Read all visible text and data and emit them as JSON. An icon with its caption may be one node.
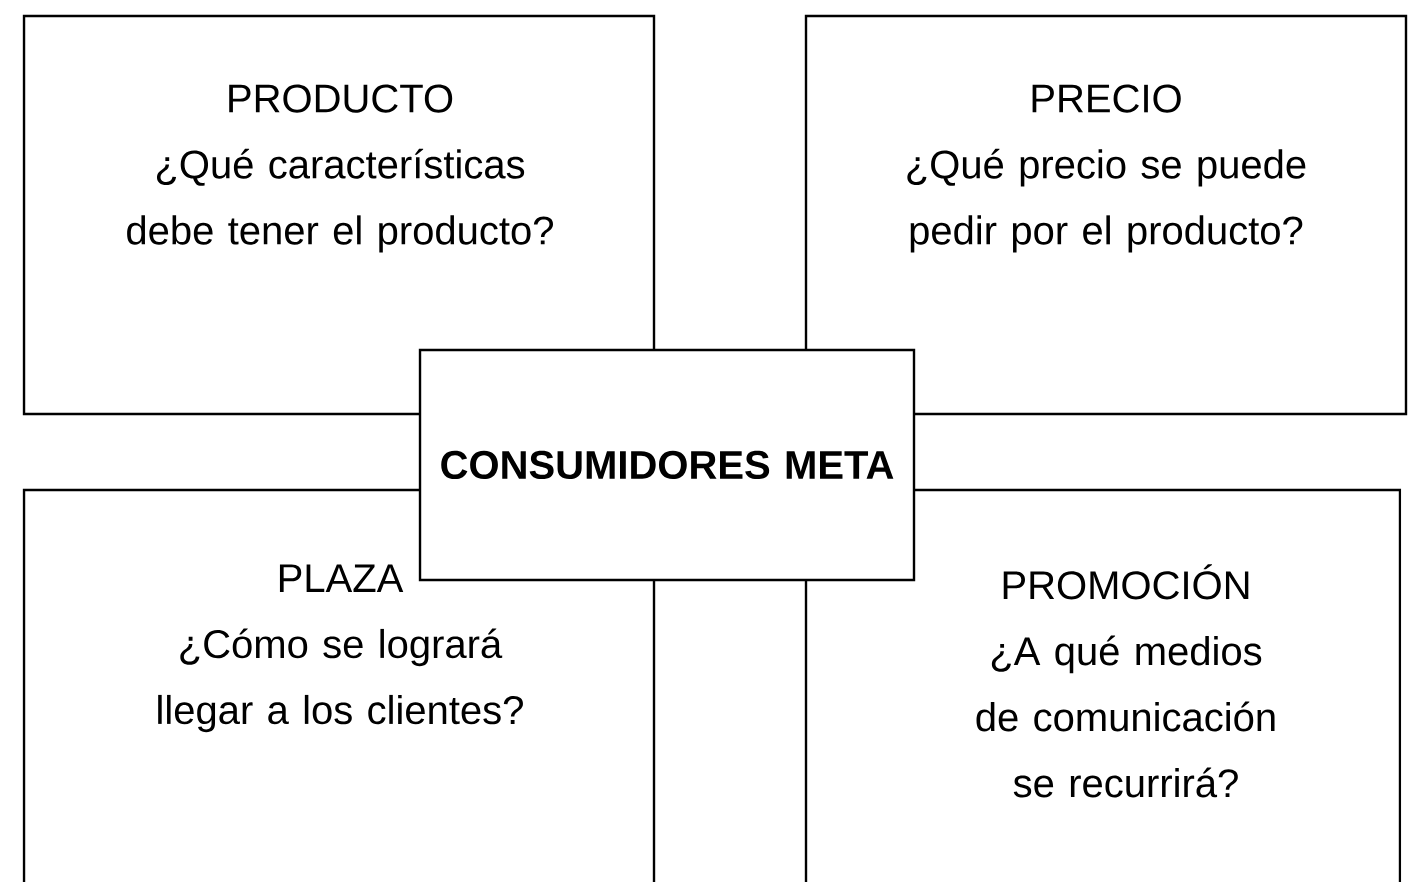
{
  "diagram": {
    "nodes": [
      {
        "text": [
          "PRODUCTO",
          "¿Qué características debe tener el producto?"
        ]
      },
      {
        "text": [
          "PRECIO",
          "¿Qué precio se puede pedir por el producto?"
        ]
      },
      {
        "text": [
          "CONSUMIDORES META"
        ]
      },
      {
        "text": [
          "PLAZA",
          "¿Cómo se logrará llegar a los clientes?"
        ]
      },
      {
        "text": [
          "PROMOCIÓN",
          "¿A qué medios de comunicación se recurrirá?"
        ]
      }
    ]
  }
}
